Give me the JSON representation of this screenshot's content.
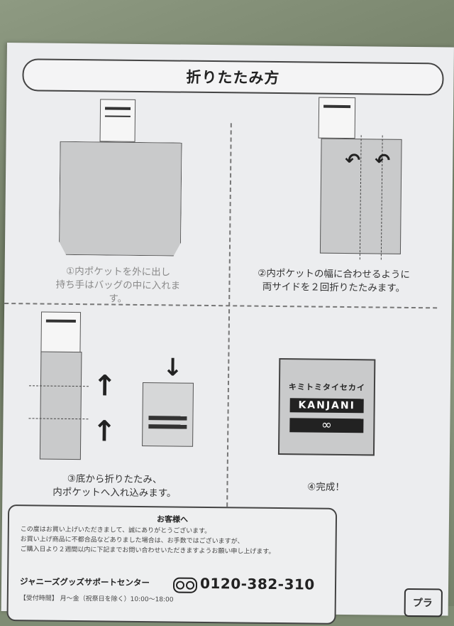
{
  "title": "折りたたみ方",
  "steps": [
    {
      "caption_line1": "①内ポケットを外に出し",
      "caption_line2": "持ち手はバッグの中に入れます。"
    },
    {
      "caption_line1": "②内ポケットの幅に合わせるように",
      "caption_line2": "両サイドを２回折りたたみます。"
    },
    {
      "caption_line1": "③底から折りたたみ、",
      "caption_line2": "内ポケットへ入れ込みます。"
    },
    {
      "caption_line1": "④完成！"
    }
  ],
  "product": {
    "top_text": "キミトミタイセカイ",
    "band_text": "KANJANI",
    "band2_text": "∞"
  },
  "notice": {
    "title": "お客様へ",
    "line1": "この度はお買い上げいただきまして、誠にありがとうございます。",
    "line2": "お買い上げ商品に不都合品などありました場合は、お手数ではございますが、",
    "line3": "ご購入日より２週間以内に下記までお問い合わせいただきますようお願い申し上げます。",
    "center_name": "ジャニーズグッズサポートセンター",
    "phone": "0120-382-310",
    "hours": "【受付時間】 月～金（祝祭日を除く）10:00～18:00"
  },
  "recycle_label": "プラ"
}
